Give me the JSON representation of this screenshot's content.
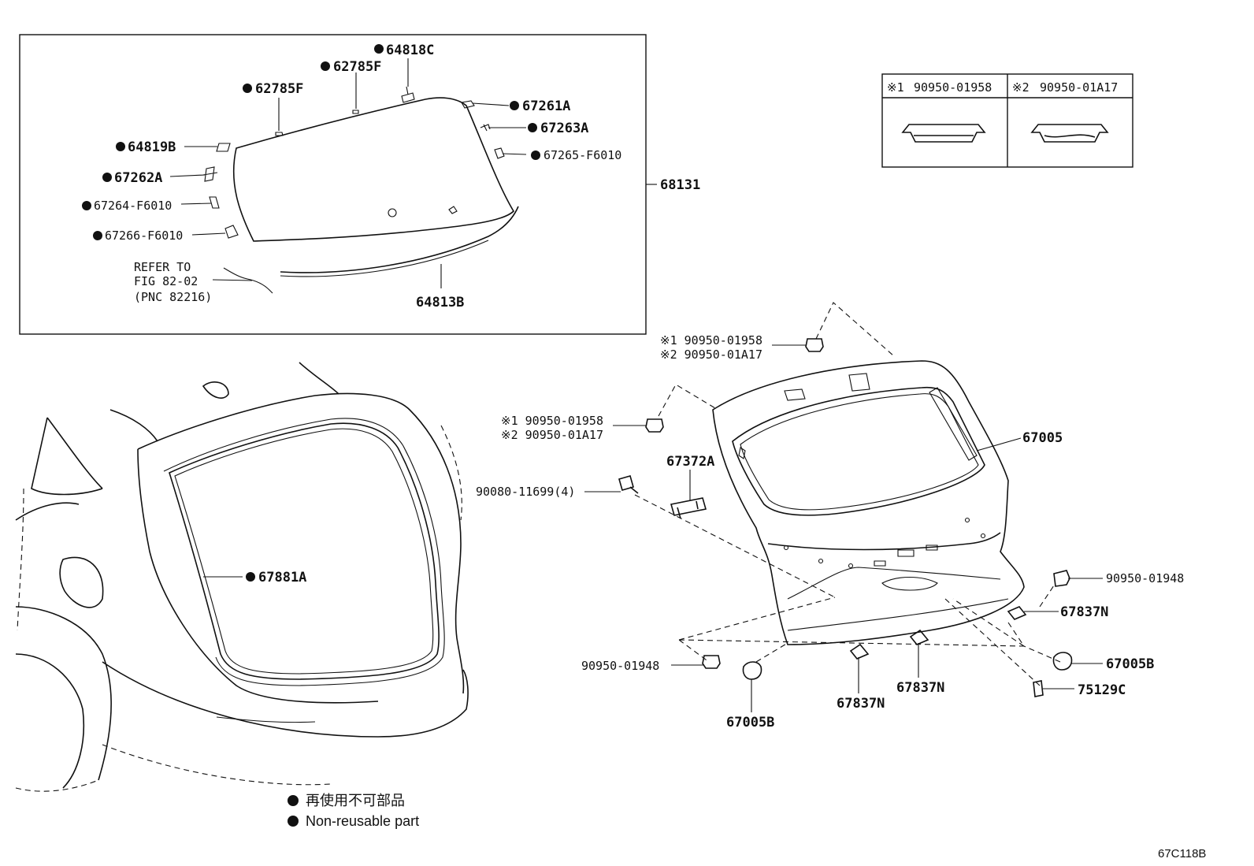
{
  "diagram": {
    "code": "67C118B",
    "legend": {
      "jp": "再使用不可部品",
      "en": "Non-reusable part"
    },
    "inset_table": [
      {
        "mark": "※1",
        "part": "90950-01958"
      },
      {
        "mark": "※2",
        "part": "90950-01A17"
      }
    ],
    "labels": {
      "p64818C": "64818C",
      "p62785F_a": "62785F",
      "p62785F_b": "62785F",
      "p67261A": "67261A",
      "p67263A": "67263A",
      "p67265": "67265-F6010",
      "p64819B": "64819B",
      "p67262A": "67262A",
      "p67264": "67264-F6010",
      "p67266": "67266-F6010",
      "p68131": "68131",
      "refer1": "REFER TO",
      "refer2": "FIG 82-02",
      "refer3": "(PNC 82216)",
      "p64813B": "64813B",
      "p67881A": "67881A",
      "grommet_top1": "※1 90950-01958",
      "grommet_top2": "※2 90950-01A17",
      "grommet_mid1": "※1 90950-01958",
      "grommet_mid2": "※2 90950-01A17",
      "p67005": "67005",
      "p67372A": "67372A",
      "p90080": "90080-11699(4)",
      "p90950_r": "90950-01948",
      "p67837N_r": "67837N",
      "p67005B_r": "67005B",
      "p75129C": "75129C",
      "p90950_l": "90950-01948",
      "p67005B_b": "67005B",
      "p67837N_b1": "67837N",
      "p67837N_b2": "67837N"
    }
  }
}
